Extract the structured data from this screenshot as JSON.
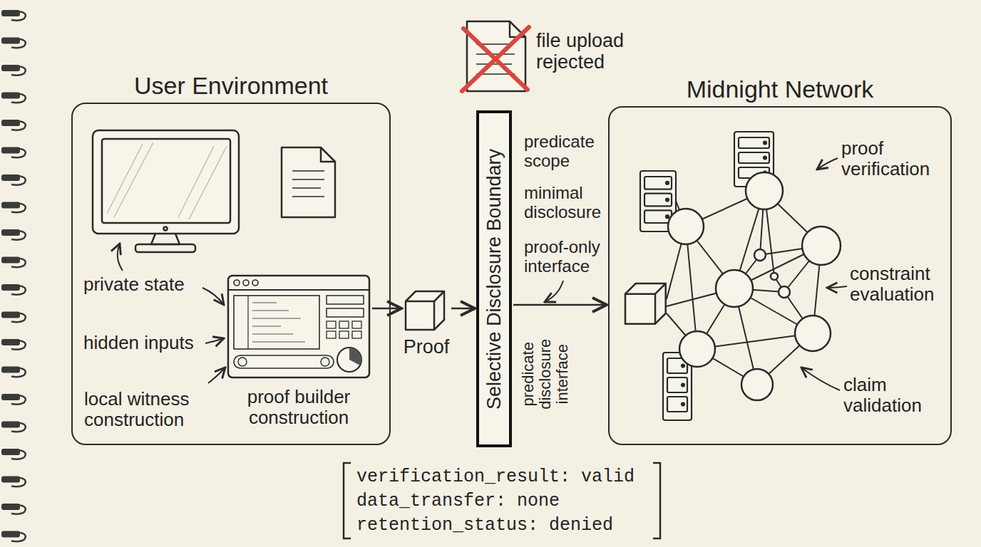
{
  "diagram": {
    "nodes": [
      {
        "text": [
          "User Environment"
        ]
      },
      {
        "text": [
          "proof builder construction"
        ],
        "in": 0
      },
      {
        "text": [
          "Proof"
        ]
      },
      {
        "text": [
          "Selective Disclosure Boundary"
        ]
      },
      {
        "text": [
          "Midnight Network"
        ]
      },
      {
        "text": [
          "verification_result: valid",
          "data_transfer: none",
          "retention_status: denied"
        ]
      }
    ],
    "edges": [
      {
        "from": 1,
        "to": 2,
        "arrow": "to"
      },
      {
        "from": 2,
        "to": 3,
        "arrow": "to"
      },
      {
        "from": 3,
        "to": 4,
        "arrow": "to"
      }
    ],
    "labels": [
      "file upload rejected",
      "private state",
      "hidden inputs",
      "local witness construction",
      "predicate scope",
      "minimal disclosure",
      "proof-only interface",
      "predicate disclosure interface",
      "proof verification",
      "constraint evaluation",
      "claim validation"
    ]
  }
}
